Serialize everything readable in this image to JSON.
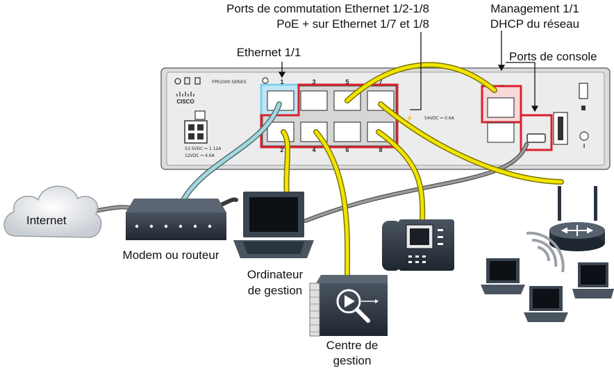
{
  "labels": {
    "ports_switch_line1": "Ports de commutation Ethernet 1/2-1/8",
    "ports_switch_line2": "PoE + sur Ethernet 1/7 et 1/8",
    "management_line1": "Management 1/1",
    "management_line2": "DHCP du réseau",
    "console_ports": "Ports de console",
    "ethernet_1_1": "Ethernet 1/1",
    "internet": "Internet",
    "modem_router": "Modem ou routeur",
    "admin_pc_line1": "Ordinateur",
    "admin_pc_line2": "de gestion",
    "mgmt_center_line1": "Centre de",
    "mgmt_center_line2": "gestion"
  },
  "device": {
    "brand": "CISCO",
    "model": "FPR1000  SERIES",
    "power_rating_1": "53.5VDC ⎓ 1.12A",
    "power_rating_2": "12VDC ⎓ 4.6A",
    "poe_rating": "54VDC ⎓ 0.6A",
    "port_numbers_top": [
      "1",
      "3",
      "5",
      "7"
    ],
    "port_numbers_bottom": [
      "2",
      "4",
      "6",
      "8"
    ]
  },
  "colors": {
    "cable_yellow": "#f2e400",
    "cable_blue": "#a7d7de",
    "cable_gray": "#8a8a8a",
    "highlight_red": "#d9202a",
    "highlight_blue": "#7fd0ee",
    "chassis": "#e9e9ea",
    "device_dark": "#2b3540"
  }
}
